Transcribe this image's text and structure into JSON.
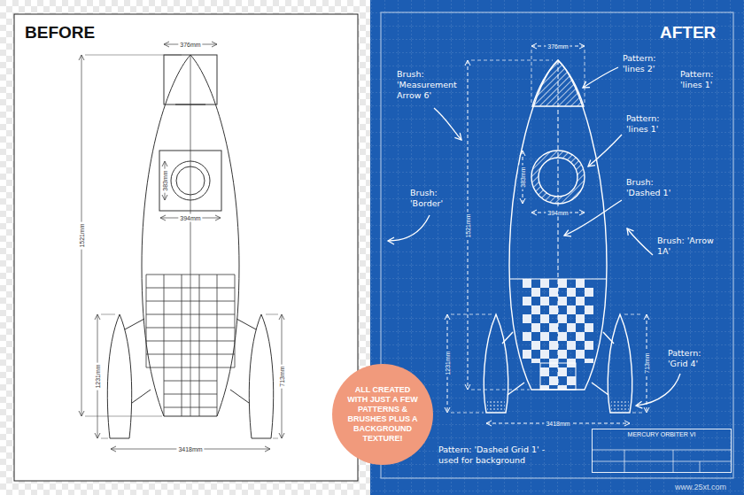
{
  "diagram": {
    "nodes": [
      {
        "text": [
          "ALL CREATED WITH JUST A FEW PATTERNS & BRUSHES PLUS A BACKGROUND TEXTURE!"
        ]
      },
      {
        "text": [
          "MERCURY ORBITER VI"
        ]
      }
    ],
    "labels": [
      "BEFORE",
      "AFTER",
      "376mm",
      "383mm",
      "394mm",
      "1521mm",
      "1231mm",
      "713mm",
      "3418mm",
      "376mm",
      "383mm",
      "394mm",
      "1521mm",
      "1231mm",
      "713mm",
      "3418mm",
      "Brush: 'Measurement Arrow 6'",
      "Pattern: 'lines 2'",
      "Pattern: 'lines 1'",
      "Pattern: 'lines 1'",
      "Brush: 'Border'",
      "Brush: 'Dashed 1'",
      "Brush: 'Arrow 1A'",
      "Pattern: 'Grid 4'",
      "Pattern: 'Dashed Grid 1' - used for background",
      "www.25xt.com"
    ]
  }
}
